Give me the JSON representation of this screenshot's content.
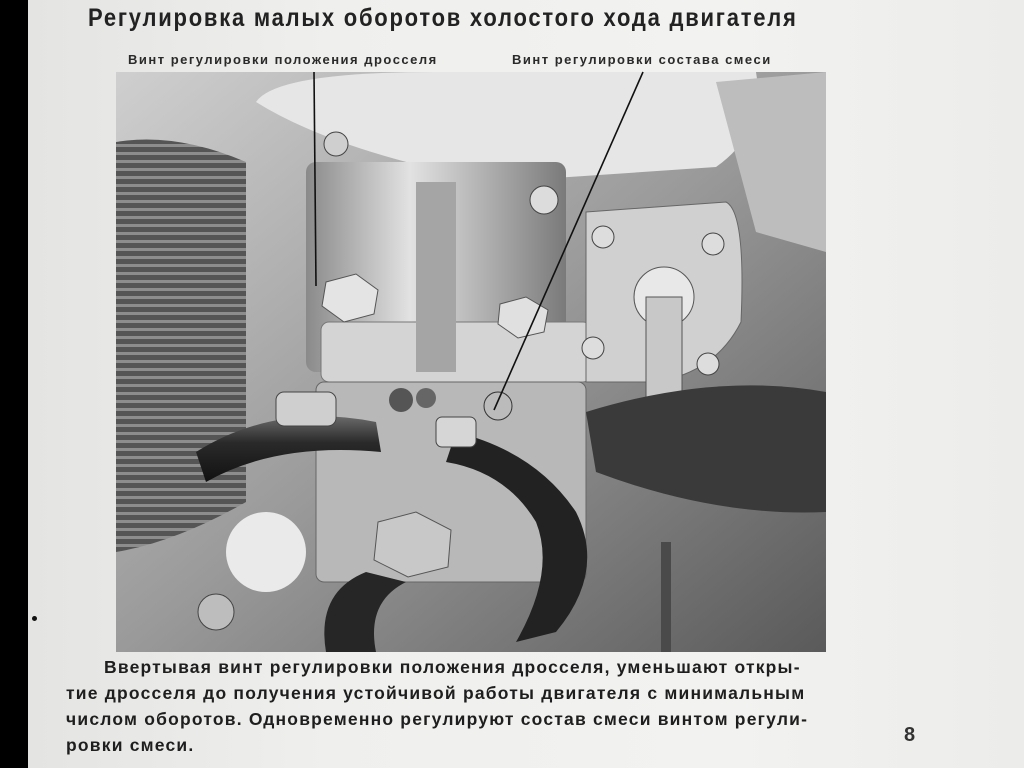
{
  "title": "Регулировка малых оборотов холостого хода двигателя",
  "labels": {
    "throttle_screw": "Винт регулировки положения дросселя",
    "mixture_screw": "Винт регулировки состава смеси"
  },
  "caption": {
    "line1": "Ввертывая винт регулировки положения дросселя, уменьшают откры-",
    "line2": "тие дросселя до получения устойчивой работы двигателя с минимальным",
    "line3": "числом оборотов. Одновременно регулируют состав смеси винтом регули-",
    "line4": "ровки смеси."
  },
  "page_number": "8"
}
